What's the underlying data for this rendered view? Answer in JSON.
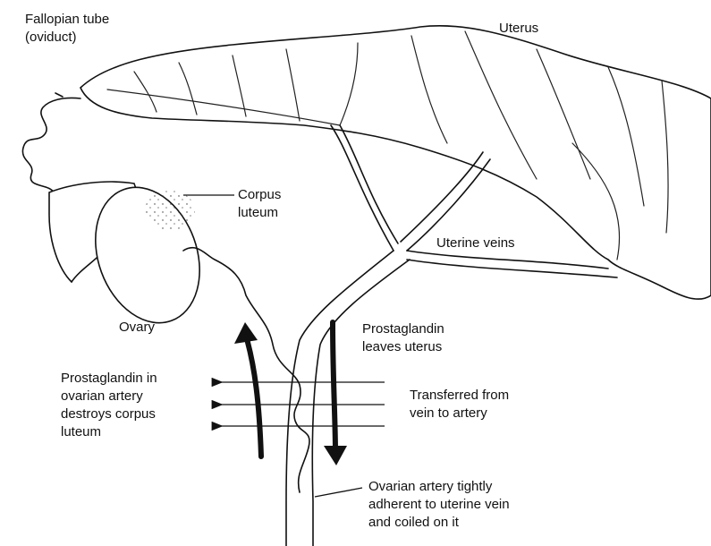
{
  "labels": {
    "fallopian_line1": "Fallopian tube",
    "fallopian_line2": "(oviduct)",
    "uterus": "Uterus",
    "corpus_line1": "Corpus",
    "corpus_line2": "luteum",
    "uterine_veins": "Uterine veins",
    "ovary": "Ovary",
    "prostaglandin_leaves_line1": "Prostaglandin",
    "prostaglandin_leaves_line2": "leaves uterus",
    "prostaglandin_in_line1": "Prostaglandin in",
    "prostaglandin_in_line2": "ovarian artery",
    "prostaglandin_in_line3": "destroys corpus",
    "prostaglandin_in_line4": "luteum",
    "transferred_line1": "Transferred from",
    "transferred_line2": "vein to artery",
    "ovarian_artery_line1": "Ovarian artery tightly",
    "ovarian_artery_line2": "adherent to uterine vein",
    "ovarian_artery_line3": "and coiled on it"
  }
}
